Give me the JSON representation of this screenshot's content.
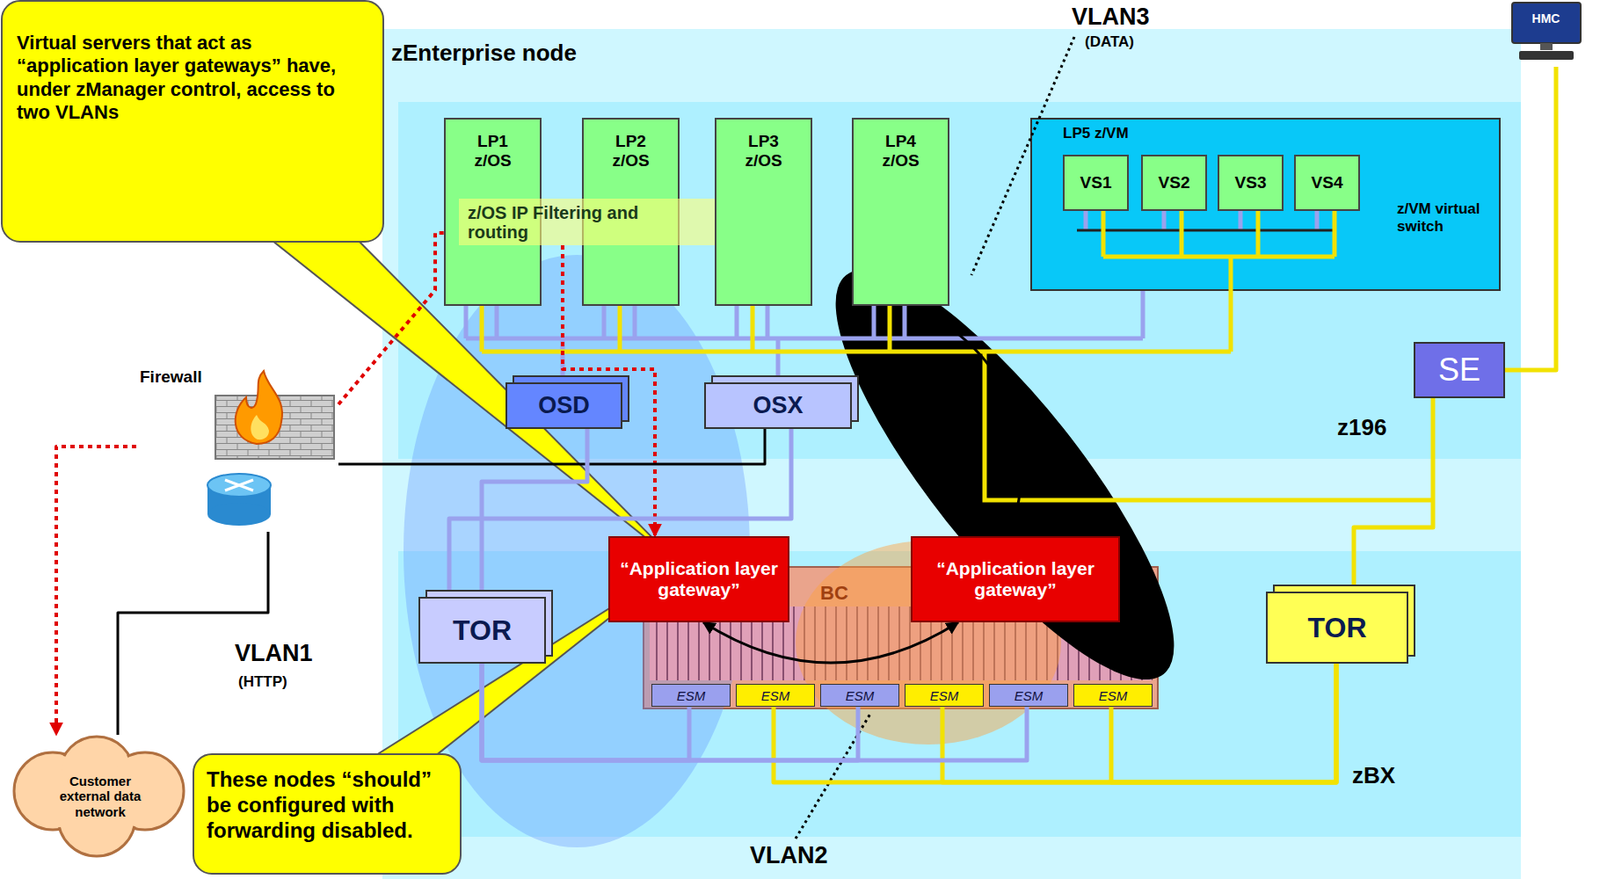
{
  "diagram": {
    "nodes": [
      {
        "text": [
          "Virtual servers that act as “application layer gateways” have, under zManager control, access to two VLANs"
        ]
      },
      {
        "text": [
          "zEnterprise node"
        ]
      },
      {
        "text": [
          "z196"
        ],
        "in": 1
      },
      {
        "text": [
          "LP1 z/OS"
        ],
        "in": 2
      },
      {
        "text": [
          "LP2 z/OS"
        ],
        "in": 2
      },
      {
        "text": [
          "LP3 z/OS"
        ],
        "in": 2
      },
      {
        "text": [
          "LP4 z/OS"
        ],
        "in": 2
      },
      {
        "text": [
          "LP5 z/VM",
          "z/VM virtual switch"
        ],
        "in": 2
      },
      {
        "text": [
          "VS1"
        ],
        "in": 7
      },
      {
        "text": [
          "VS2"
        ],
        "in": 7
      },
      {
        "text": [
          "VS3"
        ],
        "in": 7
      },
      {
        "text": [
          "VS4"
        ],
        "in": 7
      },
      {
        "text": [
          "z/OS IP Filtering and routing"
        ],
        "in": 2
      },
      {
        "text": [
          "OSD"
        ],
        "in": 2
      },
      {
        "text": [
          "OSX"
        ],
        "in": 2
      },
      {
        "text": [
          "SE"
        ],
        "in": 2
      },
      {
        "text": [
          "zBX"
        ],
        "in": 1
      },
      {
        "text": [
          "TOR"
        ],
        "in": 16
      },
      {
        "text": [
          "BC"
        ],
        "in": 16
      },
      {
        "text": [
          "“Application layer gateway”"
        ],
        "in": 1
      },
      {
        "text": [
          "“Application layer gateway”"
        ],
        "in": 1
      },
      {
        "text": [
          "ESM"
        ],
        "in": 18
      },
      {
        "text": [
          "ESM"
        ],
        "in": 18
      },
      {
        "text": [
          "ESM"
        ],
        "in": 18
      },
      {
        "text": [
          "ESM"
        ],
        "in": 18
      },
      {
        "text": [
          "ESM"
        ],
        "in": 18
      },
      {
        "text": [
          "ESM"
        ],
        "in": 18
      },
      {
        "text": [
          "TOR"
        ],
        "in": 16
      },
      {
        "text": [
          "HMC"
        ]
      },
      {
        "text": [
          "Firewall"
        ]
      },
      {
        "text": [
          "Customer external data network"
        ]
      },
      {
        "text": [
          "These nodes “should” be configured with forwarding disabled."
        ]
      }
    ],
    "edges": [
      {
        "from": 29,
        "to": 30,
        "arrow": "to"
      },
      {
        "from": 29,
        "to": 30,
        "arrow": "none"
      },
      {
        "from": 29,
        "to": 12,
        "arrow": "none"
      },
      {
        "from": 12,
        "to": 19,
        "arrow": "to"
      },
      {
        "from": 29,
        "to": 14,
        "arrow": "none"
      },
      {
        "from": 13,
        "to": 17,
        "arrow": "none"
      },
      {
        "from": 14,
        "to": 17,
        "arrow": "none"
      },
      {
        "from": 15,
        "to": 28,
        "arrow": "none"
      },
      {
        "from": 15,
        "to": 27,
        "arrow": "none"
      },
      {
        "from": 27,
        "to": 22,
        "arrow": "none"
      },
      {
        "from": 27,
        "to": 24,
        "arrow": "none"
      },
      {
        "from": 27,
        "to": 26,
        "arrow": "none"
      },
      {
        "from": 17,
        "to": 21,
        "arrow": "none"
      },
      {
        "from": 17,
        "to": 23,
        "arrow": "none"
      },
      {
        "from": 17,
        "to": 25,
        "arrow": "none"
      },
      {
        "from": 19,
        "to": 20,
        "arrow": "both"
      },
      {
        "from": 6,
        "to": 20,
        "arrow": "to"
      }
    ],
    "labels": [
      "VLAN3",
      "(DATA)",
      "VLAN1",
      "(HTTP)",
      "VLAN2"
    ]
  }
}
